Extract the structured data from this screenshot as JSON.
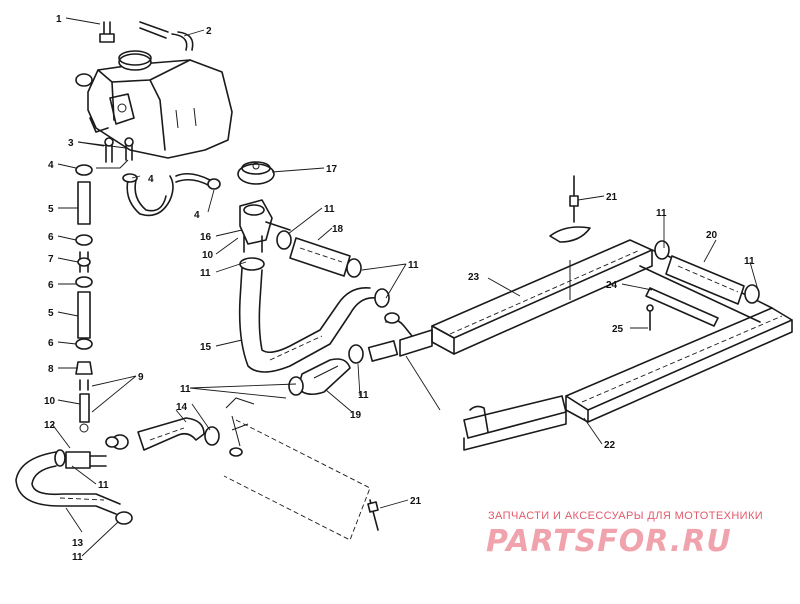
{
  "callouts": [
    {
      "id": "c1",
      "text": "1"
    },
    {
      "id": "c2",
      "text": "2"
    },
    {
      "id": "c3",
      "text": "3"
    },
    {
      "id": "c4a",
      "text": "4"
    },
    {
      "id": "c4b",
      "text": "4"
    },
    {
      "id": "c4c",
      "text": "4"
    },
    {
      "id": "c5a",
      "text": "5"
    },
    {
      "id": "c5b",
      "text": "5"
    },
    {
      "id": "c6a",
      "text": "6"
    },
    {
      "id": "c6b",
      "text": "6"
    },
    {
      "id": "c6c",
      "text": "6"
    },
    {
      "id": "c7",
      "text": "7"
    },
    {
      "id": "c8",
      "text": "8"
    },
    {
      "id": "c9",
      "text": "9"
    },
    {
      "id": "c10a",
      "text": "10"
    },
    {
      "id": "c10b",
      "text": "10"
    },
    {
      "id": "c11a",
      "text": "11"
    },
    {
      "id": "c11b",
      "text": "11"
    },
    {
      "id": "c11c",
      "text": "11"
    },
    {
      "id": "c11d",
      "text": "11"
    },
    {
      "id": "c11e",
      "text": "11"
    },
    {
      "id": "c11f",
      "text": "11"
    },
    {
      "id": "c11g",
      "text": "11"
    },
    {
      "id": "c11h",
      "text": "11"
    },
    {
      "id": "c11i",
      "text": "11"
    },
    {
      "id": "c12",
      "text": "12"
    },
    {
      "id": "c13",
      "text": "13"
    },
    {
      "id": "c14",
      "text": "14"
    },
    {
      "id": "c15",
      "text": "15"
    },
    {
      "id": "c16",
      "text": "16"
    },
    {
      "id": "c17",
      "text": "17"
    },
    {
      "id": "c18",
      "text": "18"
    },
    {
      "id": "c19",
      "text": "19"
    },
    {
      "id": "c20",
      "text": "20"
    },
    {
      "id": "c21a",
      "text": "21"
    },
    {
      "id": "c21b",
      "text": "21"
    },
    {
      "id": "c22",
      "text": "22"
    },
    {
      "id": "c23",
      "text": "23"
    },
    {
      "id": "c24",
      "text": "24"
    },
    {
      "id": "c25",
      "text": "25"
    }
  ],
  "watermark": {
    "subtitle": "ЗАПЧАСТИ И АКСЕССУАРЫ ДЛЯ МОТОТЕХНИКИ",
    "logo": "PARTSFOR.RU"
  }
}
